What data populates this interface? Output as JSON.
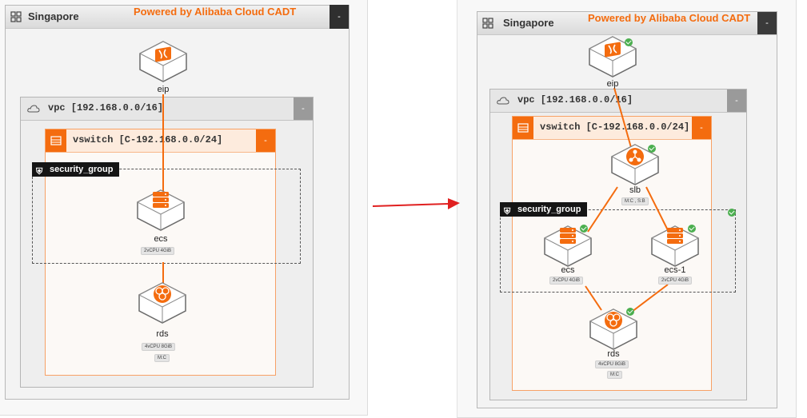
{
  "left": {
    "region": "Singapore",
    "powered": "Powered by Alibaba Cloud CADT",
    "collapse": "-",
    "vpc": "vpc [192.168.0.0/16]",
    "vpc_collapse": "-",
    "vswitch": "vswitch [C-192.168.0.0/24]",
    "vswitch_collapse": "-",
    "security_group": "security_group",
    "eip": "eip",
    "ecs": "ecs",
    "ecs_spec": "2vCPU  4GiB",
    "rds": "rds",
    "rds_spec": "4vCPU  8GiB",
    "rds_mode": "M:C"
  },
  "right": {
    "region": "Singapore",
    "powered": "Powered by Alibaba Cloud CADT",
    "collapse": "-",
    "vpc": "vpc [192.168.0.0/16]",
    "vpc_collapse": "-",
    "vswitch": "vswitch [C-192.168.0.0/24]",
    "vswitch_collapse": "-",
    "security_group": "security_group",
    "eip": "eip",
    "slb": "slb",
    "slb_spec": "M:C , S:B",
    "ecs": "ecs",
    "ecs_spec": "2vCPU  4GiB",
    "ecs1": "ecs-1",
    "ecs1_spec": "2vCPU  4GiB",
    "rds": "rds",
    "rds_spec": "4vCPU  8GiB",
    "rds_mode": "M:C"
  },
  "colors": {
    "accent": "#f46c0f",
    "arrow": "#e02020",
    "check": "#4caf50"
  },
  "icons": [
    "grid-icon",
    "cloud-icon",
    "vswitch-icon",
    "shield-icon",
    "eip-icon",
    "slb-icon",
    "ecs-icon",
    "rds-icon",
    "check-icon"
  ]
}
